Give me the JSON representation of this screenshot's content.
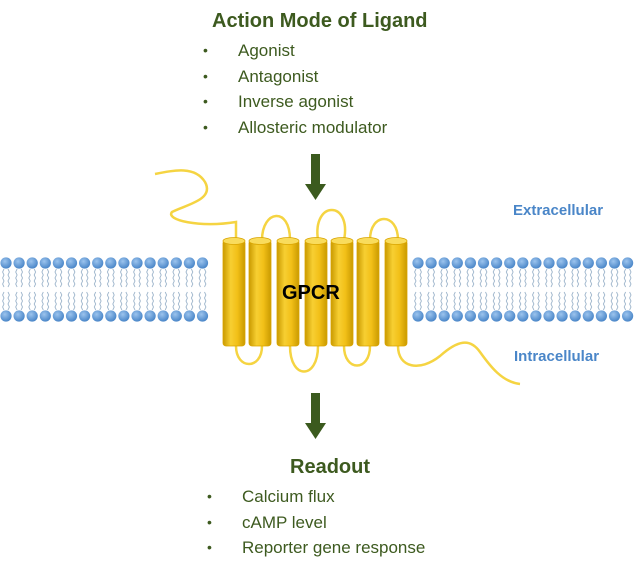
{
  "action_mode": {
    "title": "Action Mode of Ligand",
    "items": [
      "Agonist",
      "Antagonist",
      "Inverse agonist",
      "Allosteric modulator"
    ]
  },
  "readout": {
    "title": "Readout",
    "items": [
      "Calcium flux",
      "cAMP level",
      "Reporter gene response"
    ]
  },
  "labels": {
    "extracellular": "Extracellular",
    "intracellular": "Intracellular",
    "receptor": "GPCR"
  },
  "colors": {
    "title_green": "#3d5a1f",
    "arrow_green": "#3b5a1e",
    "side_label_blue": "#4a86c8",
    "lipid_blue": "#5b9bd5",
    "helix_gold": "#f2c018",
    "loop_yellow": "#f5d442"
  },
  "bullet_glyph": "•"
}
